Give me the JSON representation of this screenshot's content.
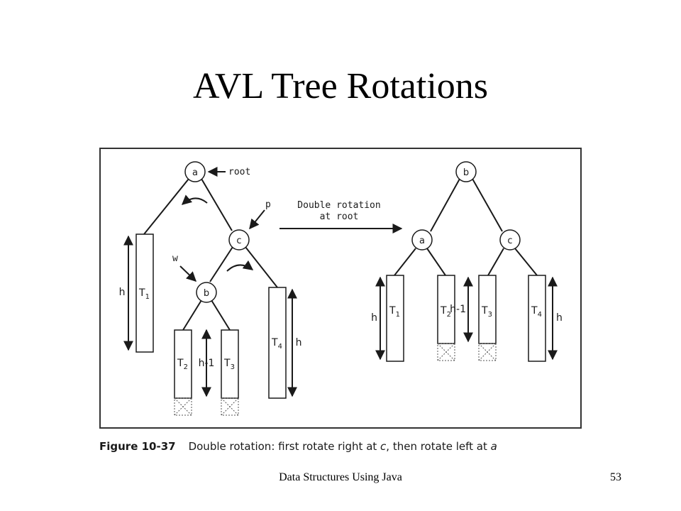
{
  "slide": {
    "title": "AVL Tree Rotations",
    "footer_text": "Data Structures Using Java",
    "page_number": "53"
  },
  "figure": {
    "caption_number": "Figure 10-37",
    "caption_text_1": "Double rotation: first rotate right at ",
    "caption_italic_1": "c",
    "caption_text_2": ", then rotate left at ",
    "caption_italic_2": "a",
    "arrow_label_1": "Double rotation",
    "arrow_label_2": "at root",
    "before": {
      "nodes": {
        "root": "a",
        "right": "c",
        "inner": "b"
      },
      "pointers": {
        "root": "root",
        "p": "p",
        "w": "w"
      },
      "subtrees": {
        "t1": "T",
        "t1_sub": "1",
        "t2": "T",
        "t2_sub": "2",
        "t3": "T",
        "t3_sub": "3",
        "t4": "T",
        "t4_sub": "4"
      },
      "heights": {
        "t1": "h",
        "t23": "h-1",
        "t4": "h"
      }
    },
    "after": {
      "nodes": {
        "root": "b",
        "left": "a",
        "right": "c"
      },
      "subtrees": {
        "t1": "T",
        "t1_sub": "1",
        "t2": "T",
        "t2_sub": "2",
        "t3": "T",
        "t3_sub": "3",
        "t4": "T",
        "t4_sub": "4"
      },
      "heights": {
        "t1": "h",
        "t23": "h-1",
        "t4": "h"
      }
    }
  }
}
